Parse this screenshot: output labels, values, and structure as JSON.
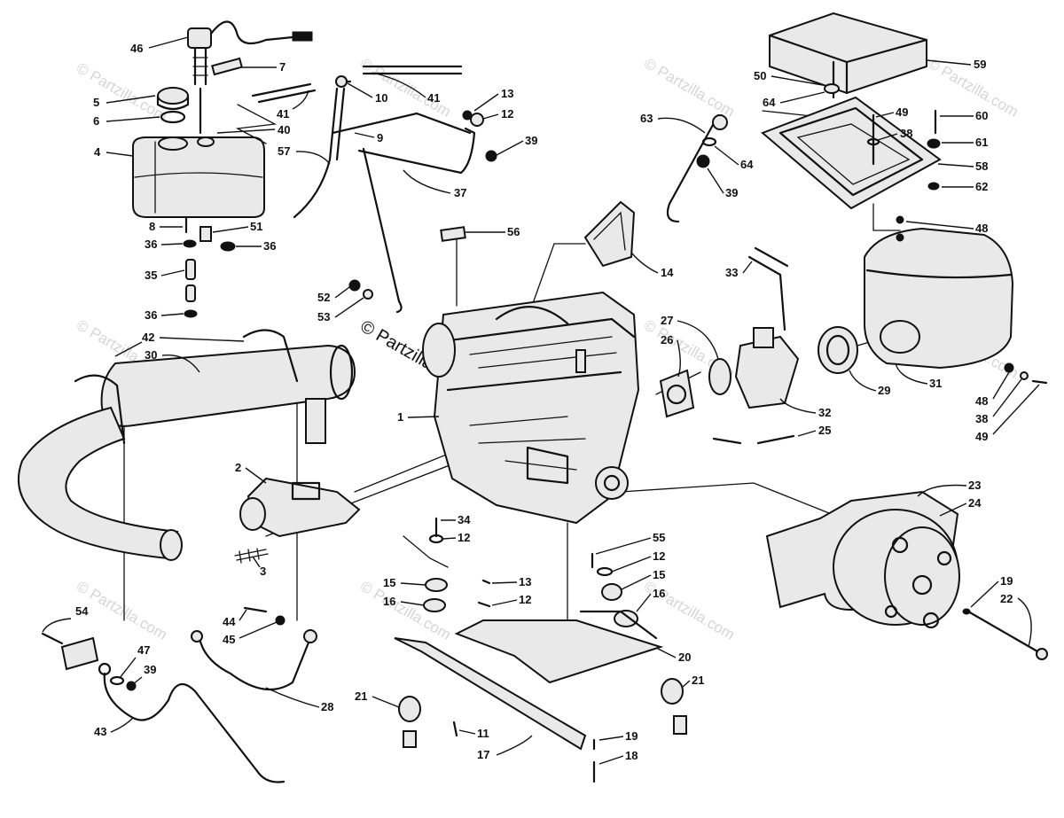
{
  "watermark": "© Partzilla.com",
  "callouts": [
    "1",
    "2",
    "3",
    "4",
    "5",
    "6",
    "7",
    "8",
    "9",
    "10",
    "11",
    "12",
    "13",
    "14",
    "15",
    "16",
    "17",
    "18",
    "19",
    "20",
    "21",
    "22",
    "23",
    "24",
    "25",
    "26",
    "27",
    "28",
    "29",
    "30",
    "31",
    "32",
    "33",
    "34",
    "35",
    "36",
    "37",
    "38",
    "39",
    "40",
    "41",
    "42",
    "43",
    "44",
    "45",
    "46",
    "47",
    "48",
    "49",
    "50",
    "51",
    "52",
    "53",
    "54",
    "55",
    "56",
    "57",
    "58",
    "59",
    "60",
    "61",
    "62",
    "63",
    "64"
  ]
}
